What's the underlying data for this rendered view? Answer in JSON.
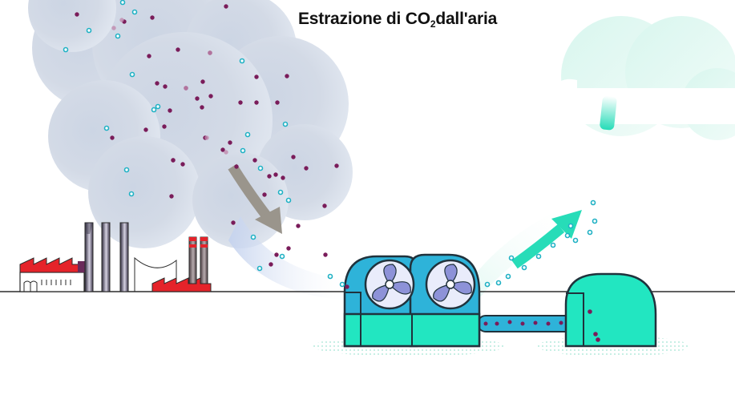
{
  "title": {
    "prefix": "Estrazione di CO",
    "subscript": "2",
    "suffix": "dall'aria"
  },
  "colors": {
    "smoke": "#c9d3e6",
    "smoke_shadow": "#b7c6e6",
    "clean_air": "#d7f7ee",
    "co2_particle": "#7a1c5a",
    "air_particle": "#1fb1c4",
    "arrow_in": "#9a958c",
    "arrow_out": "#27dcb8",
    "machine_top": "#2eb3d9",
    "machine_body": "#22e6c1",
    "machine_outline": "#20323c",
    "fan_face": "#e9ecfb",
    "fan_blade": "#8d92d8",
    "factory_roof": "#e5232a",
    "ground": "#2b2b2b"
  },
  "icons": [
    "factory-icon",
    "chimney-icon",
    "fan-icon",
    "conveyor-icon",
    "storage-unit-icon",
    "arrow-icon"
  ]
}
